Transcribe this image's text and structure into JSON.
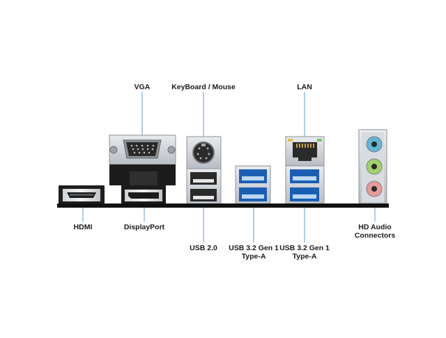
{
  "labels": {
    "vga": "VGA",
    "keyboard_mouse": "KeyBoard / Mouse",
    "lan": "LAN",
    "hdmi": "HDMI",
    "displayport": "DisplayPort",
    "usb2": "USB 2.0",
    "usb32_a": {
      "line1": "USB 3.2 Gen 1",
      "line2": "Type-A"
    },
    "usb32_b": {
      "line1": "USB 3.2 Gen 1",
      "line2": "Type-A"
    },
    "hd_audio": {
      "line1": "HD Audio",
      "line2": "Connectors"
    }
  },
  "colors": {
    "leader_line": "#7aaed6",
    "usb3_port": "#1a5fb4",
    "audio_blue": "#63b4d6",
    "audio_green": "#9fd36a",
    "audio_pink": "#e79a9a",
    "io_bar": "#111111"
  }
}
